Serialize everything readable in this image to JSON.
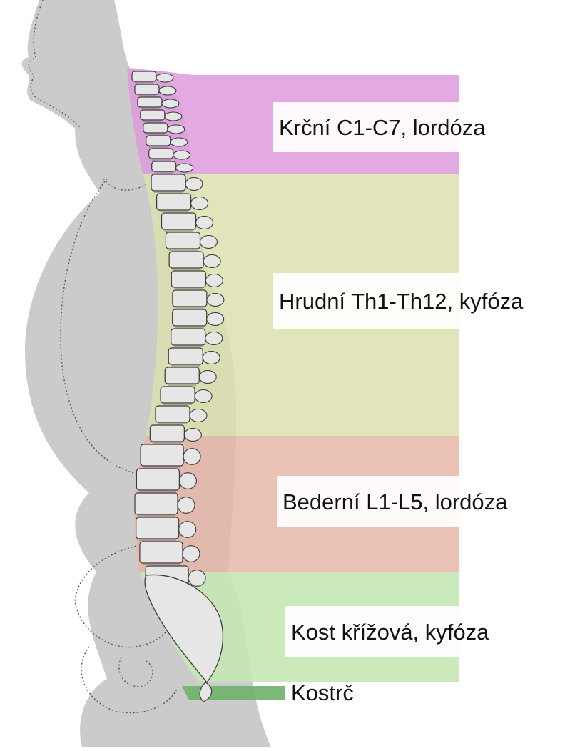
{
  "regions": {
    "cervical": {
      "label": "Krční C1-C7, lordóza",
      "color": "#dd9ade"
    },
    "thoracic": {
      "label": "Hrudní Th1-Th12, kyfóza",
      "color": "#dce1ad"
    },
    "lumbar": {
      "label": "Bederní L1-L5, lordóza",
      "color": "#e6b7a8"
    },
    "sacrum": {
      "label": "Kost křížová, kyfóza",
      "color": "#c4e8b4"
    },
    "coccyx": {
      "label": "Kostrč",
      "color": "#6fb26a"
    }
  },
  "colors": {
    "body_silhouette": "#cbcbcb",
    "bone": "#e6e6e6",
    "bone_outline": "#3a3a3a"
  },
  "icons": [
    "human-silhouette",
    "spine-illustration"
  ]
}
